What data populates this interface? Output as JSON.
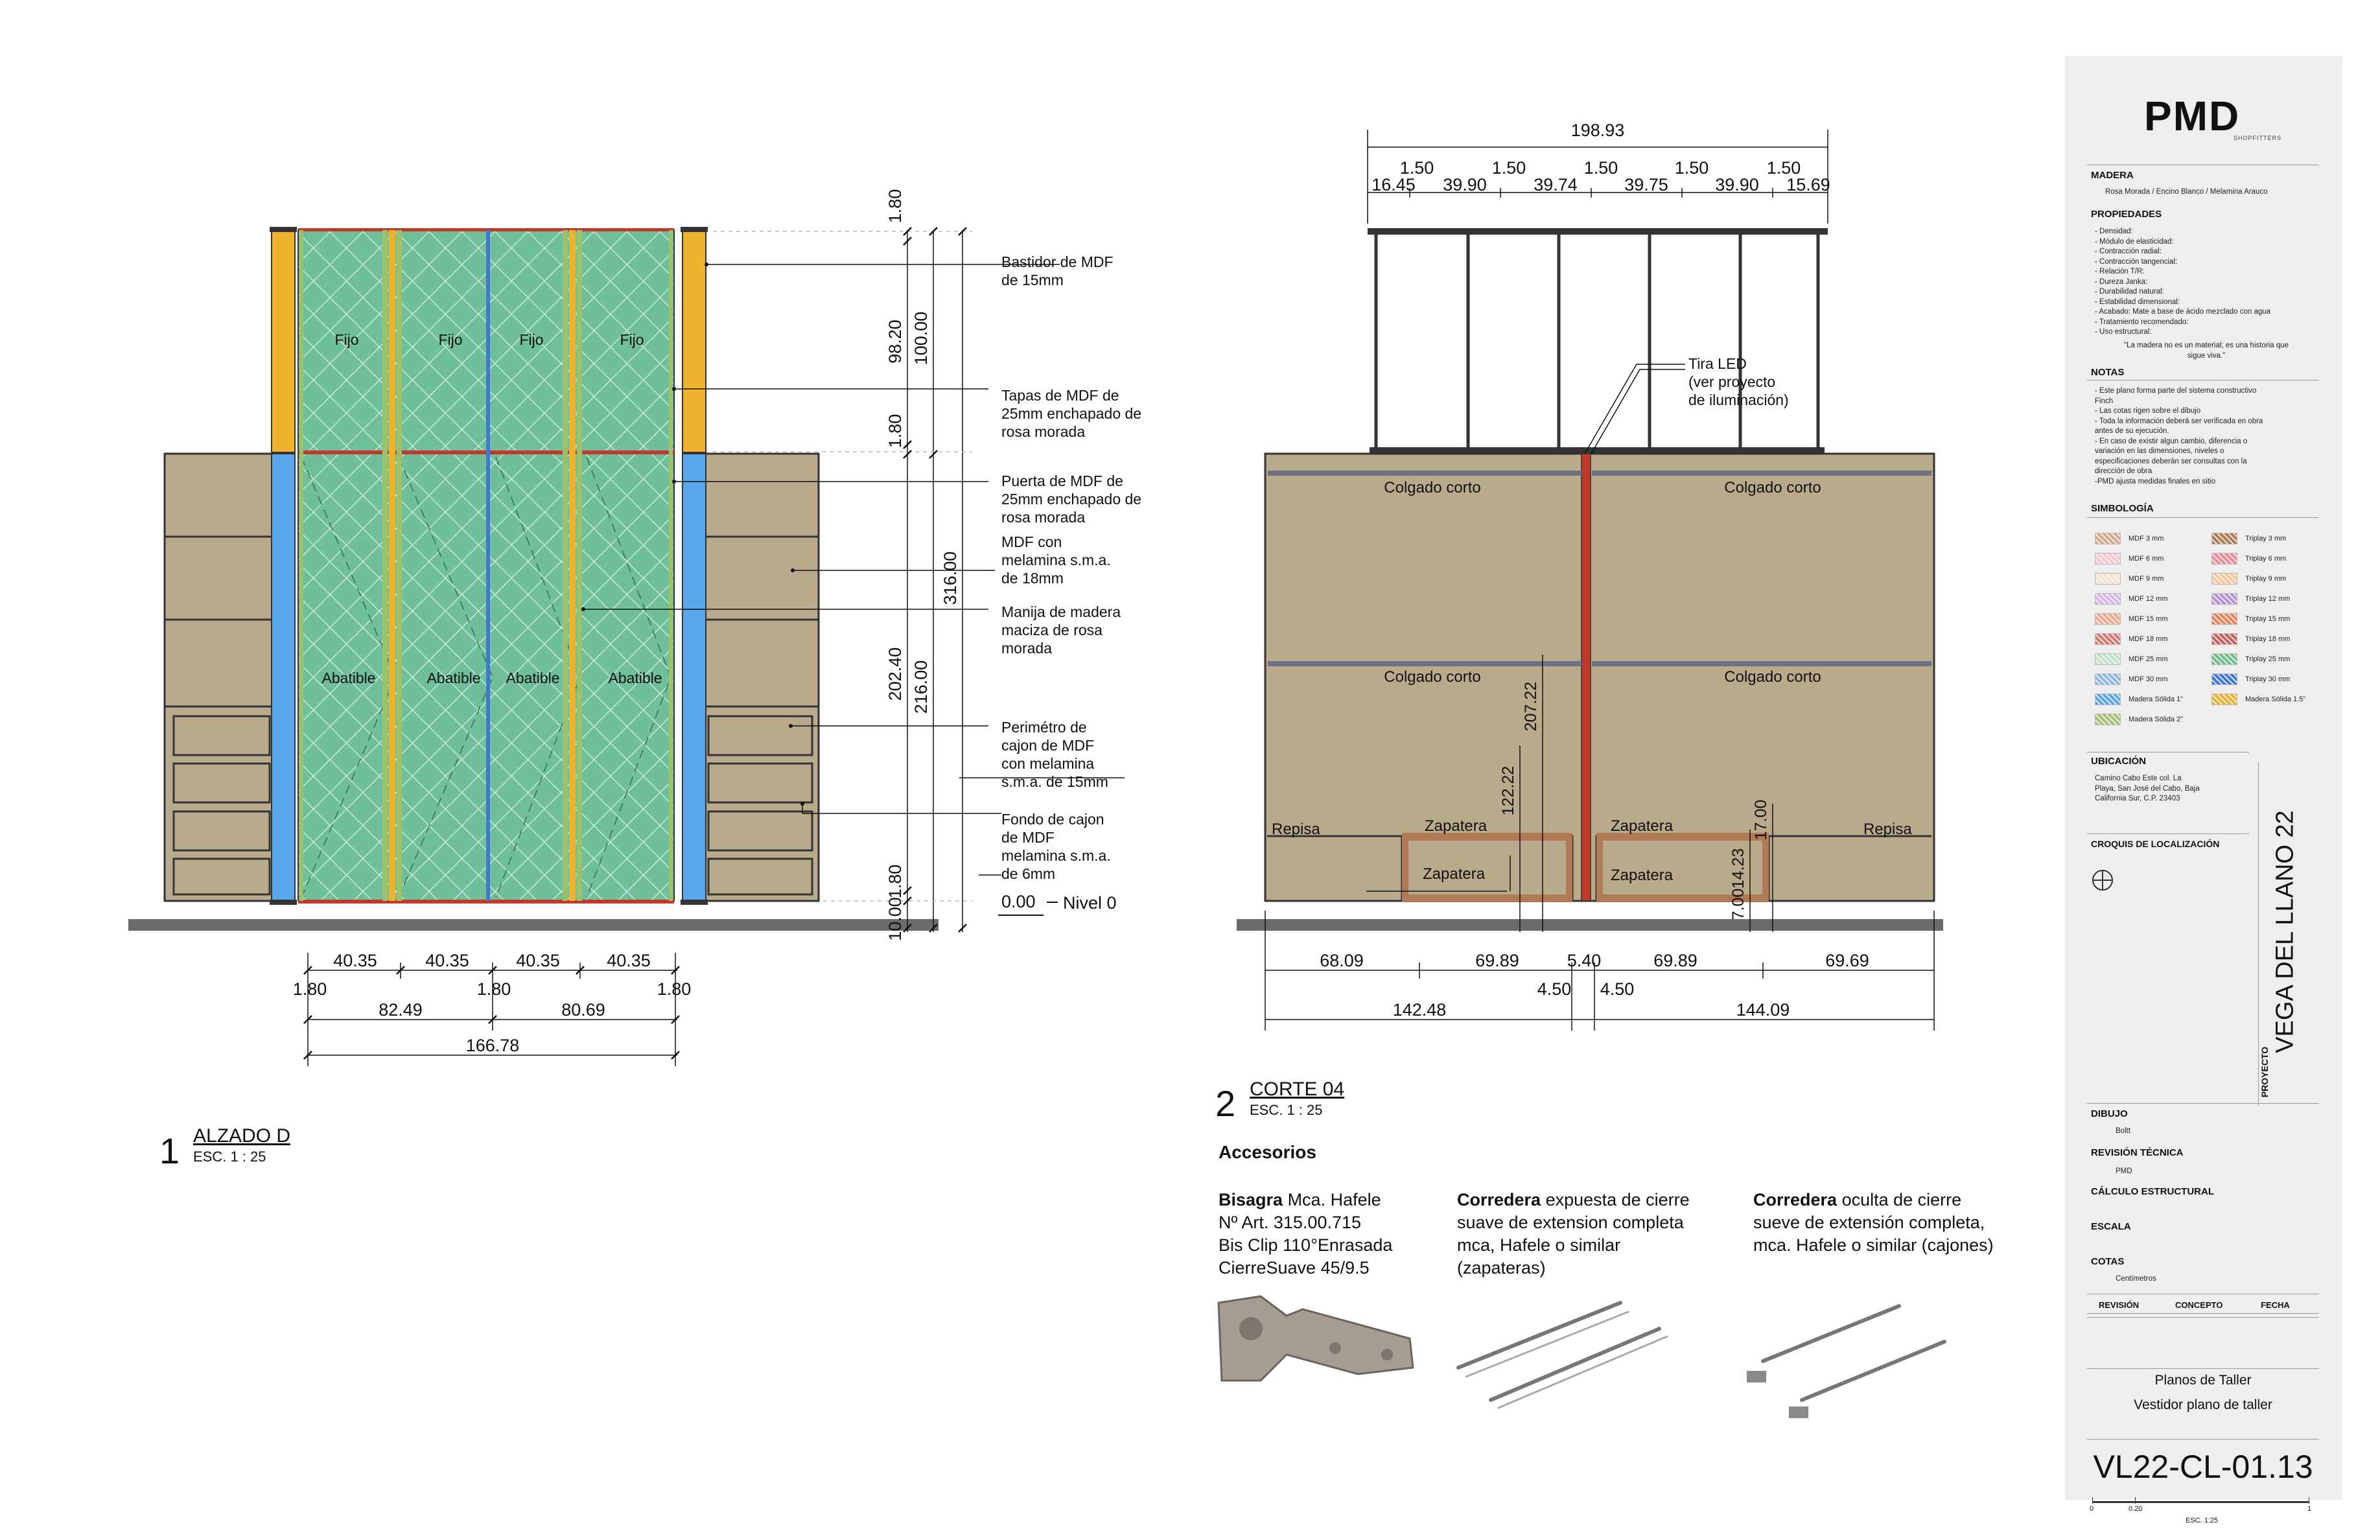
{
  "views": {
    "v1": {
      "number": "1",
      "title": "ALZADO D",
      "scale": "ESC.  1 : 25"
    },
    "v2": {
      "number": "2",
      "title": "CORTE 04",
      "scale": "ESC.  1 : 25"
    }
  },
  "elevation": {
    "panel_labels": [
      "Fijo",
      "Fijo",
      "Fijo",
      "Fijo"
    ],
    "door_labels": [
      "Abatible",
      "Abatible",
      "Abatible",
      "Abatible"
    ],
    "dims_bottom_1": [
      "40.35",
      "40.35",
      "40.35",
      "40.35"
    ],
    "dims_bottom_gaps": [
      "1.80",
      "1.80",
      "1.80"
    ],
    "dims_bottom_2": [
      "82.49",
      "80.69"
    ],
    "dims_total": "166.78",
    "dims_right_a": [
      "1.80",
      "98.20",
      "1.80",
      "202.40",
      "1.80",
      "10.00"
    ],
    "dims_right_b": [
      "100.00",
      "216.00"
    ],
    "dims_right_total": "316.00",
    "level": {
      "value": "0.00",
      "name": "Nivel 0"
    },
    "callouts": [
      "Bastidor de MDF\nde 15mm",
      "Tapas de MDF de\n25mm enchapado de\nrosa morada",
      "Puerta de MDF de\n25mm enchapado de\nrosa morada",
      "MDF con\nmelamina s.m.a.\nde 18mm",
      "Manija de madera\nmaciza de rosa\nmorada",
      "Perimétro de\ncajon de MDF\ncon melamina\ns.m.a. de 15mm",
      "Fondo de cajon\nde MDF\nmelamina s.m.a.\nde 6mm"
    ]
  },
  "section": {
    "top_total": "198.93",
    "top_gaps": [
      "1.50",
      "1.50",
      "1.50",
      "1.50",
      "1.50"
    ],
    "top_parts": [
      "16.45",
      "39.90",
      "39.74",
      "39.75",
      "39.90",
      "15.69"
    ],
    "led_note": "Tira LED\n(ver proyecto\nde iluminación)",
    "zone_labels": [
      "Colgado corto",
      "Colgado corto",
      "Colgado corto",
      "Colgado corto"
    ],
    "shelf_labels": [
      "Repisa",
      "Zapatera",
      "Zapatera",
      "Zapatera",
      "Zapatera",
      "Repisa"
    ],
    "vert_dims": [
      "207.22",
      "122.22",
      "14.23",
      "7.00",
      "17.00"
    ],
    "bottom_1": [
      "68.09",
      "69.89",
      "5.40",
      "69.89",
      "69.69"
    ],
    "bottom_gaps": [
      "4.50",
      "4.50"
    ],
    "bottom_2": [
      "142.48",
      "144.09"
    ]
  },
  "accessories": {
    "title": "Accesorios",
    "items": [
      {
        "bold": "Bisagra",
        "text": " Mca. Hafele\nNº Art. 315.00.715\nBis Clip 110°Enrasada\nCierreSuave 45/9.5",
        "icon": "hinge-icon"
      },
      {
        "bold": "Corredera",
        "text": " expuesta de cierre\nsuave de extension completa\nmca, Hafele o similar\n(zapateras)",
        "icon": "exposed-slide-icon"
      },
      {
        "bold": "Corredera",
        "text": " oculta de cierre\nsueve de extensión completa,\nmca. Hafele o similar (cajones)",
        "icon": "concealed-slide-icon"
      }
    ]
  },
  "title_block": {
    "logo": "PMD",
    "logo_sub": "SHOPFITTERS",
    "madera_h": "MADERA",
    "madera": "Rosa Morada / Encino Blanco / Melamina Arauco",
    "prop_h": "PROPIEDADES",
    "props": "- Densidad:\n- Módulo de elasticidad:\n- Contracción radial:\n- Contracción tangencial:\n- Relación T/R:\n- Dureza Janka:\n- Durabilidad natural:\n- Estabilidad dimensional:\n- Acabado: Mate a base de ácido mezclado con agua\n- Tratamiento recomendado:\n- Uso estructural:",
    "quote": "\"La madera no es un material; es una historia que\nsigue viva.\"",
    "notas_h": "NOTAS",
    "notas": "- Este plano forma parte del sistema constructivo\nFinch\n- Las cotas rigen sobre el dibujo\n- Toda la información deberá ser verificada en obra\nantes de su ejecución.\n- En caso de existir algun cambio, diferencia o\nvariación en las dimensiones, niveles o\nespecificaciones deberán ser consultas con la\ndirección de obra\n-PMD ajusta medidas finales en sitio",
    "simb_h": "SIMBOLOGÍA",
    "legend": [
      {
        "label": "MDF 3 mm",
        "color": "#d7a98a"
      },
      {
        "label": "Triplay 3 mm",
        "color": "#b07a55"
      },
      {
        "label": "MDF 6 mm",
        "color": "#f7c6cf"
      },
      {
        "label": "Triplay 6 mm",
        "color": "#f08a96"
      },
      {
        "label": "MDF 9 mm",
        "color": "#f7e3cf"
      },
      {
        "label": "Triplay 9 mm",
        "color": "#f6c99a"
      },
      {
        "label": "MDF 12 mm",
        "color": "#d6b6e6"
      },
      {
        "label": "Triplay 12 mm",
        "color": "#b592d6"
      },
      {
        "label": "MDF 15 mm",
        "color": "#f3a98c"
      },
      {
        "label": "Triplay 15 mm",
        "color": "#f07f55"
      },
      {
        "label": "MDF 18 mm",
        "color": "#d97872"
      },
      {
        "label": "Triplay 18 mm",
        "color": "#c85f5f"
      },
      {
        "label": "MDF 25 mm",
        "color": "#bfe3c8"
      },
      {
        "label": "Triplay 25 mm",
        "color": "#6fc08a"
      },
      {
        "label": "MDF 30 mm",
        "color": "#8fb7ea"
      },
      {
        "label": "Triplay 30 mm",
        "color": "#3f78d6"
      },
      {
        "label": "Madera Sólida 1\"",
        "color": "#5aa8ec"
      },
      {
        "label": "Madera Sólida 1.5\"",
        "color": "#f0b32e"
      },
      {
        "label": "Madera Sólida 2\"",
        "color": "#a8c476"
      }
    ],
    "ubic_h": "UBICACIÓN",
    "ubic": "Camino Cabo Este col. La\nPlaya, San José del Cabo, Baja\nCalifornia Sur, C.P. 23403",
    "croquis_h": "CROQUIS DE LOCALIZACIÓN",
    "proj_label": "PROYECTO",
    "proj_name": "VEGA DEL LLANO 22",
    "dibujo_h": "DIBUJO",
    "dibujo": "Boltt",
    "revtec_h": "REVISIÓN TÉCNICA",
    "revtec": "PMD",
    "calc_h": "CÁLCULO ESTRUCTURAL",
    "escala_h": "ESCALA",
    "cotas_h": "COTAS",
    "cotas": "Centímetros",
    "rev_cols": [
      "REVISIÓN",
      "CONCEPTO",
      "FECHA"
    ],
    "sheet_title_1": "Planos de Taller",
    "sheet_title_2": "Vestidor plano de taller",
    "sheet_code": "VL22-CL-01.13",
    "scale_ticks": [
      "0",
      "0.20",
      "1"
    ],
    "scale_label": "ESC. 1:25"
  }
}
